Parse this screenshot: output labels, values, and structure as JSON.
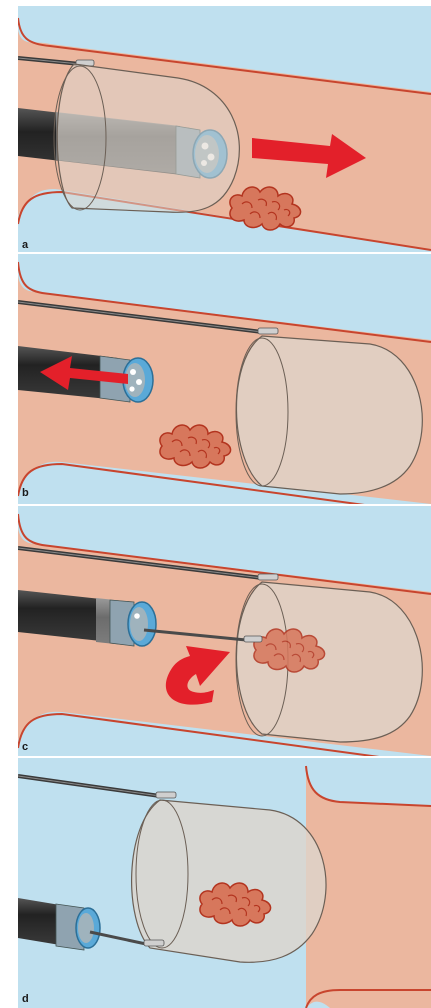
{
  "figure": {
    "panels": [
      {
        "id": "a",
        "label": "a"
      },
      {
        "id": "b",
        "label": "b"
      },
      {
        "id": "c",
        "label": "c"
      },
      {
        "id": "d",
        "label": "d"
      }
    ]
  },
  "colors": {
    "background": "#bfe0ef",
    "tissue": "#ebb79f",
    "tissue_outline": "#c8452e",
    "cap": "#ddd5cc",
    "cap_outline": "#6b5f55",
    "scope_dark": "#2b2b2b",
    "scope_sleeve": "#7a7a7a",
    "scope_tip": "#5aa9d8",
    "arrow": "#e3202a",
    "lesion": "#d7775c",
    "lesion_outline": "#b3341f"
  },
  "icons": [
    "endoscope-icon",
    "transparent-cap-icon",
    "lesion-icon",
    "direction-arrow-icon",
    "rotation-arrow-icon",
    "snare-wire-icon"
  ]
}
